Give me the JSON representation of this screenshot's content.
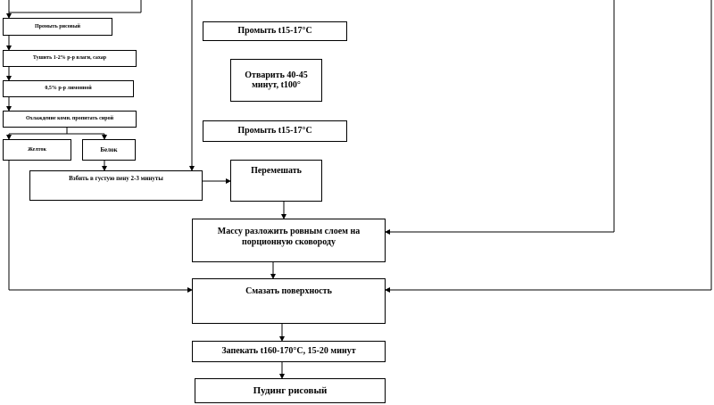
{
  "nodes": {
    "rinse_rice": "Промыть рисовый",
    "cook": "Тушить 1-2% р-р влаги, сахар",
    "solution": "0,5% р-р лимонной",
    "cool": "Охлаждение комн. пропитать сирой",
    "yolk": "Желток",
    "white": "Белок",
    "whip": "Взбить в густую пену 2-3 минуты",
    "rinse1": "Промыть t15-17°С",
    "steam": "Отварить 40-45 минут, t100°",
    "rinse2": "Промыть t15-17°С",
    "mix": "Перемешать",
    "spread": "Массу разложить ровным слоем на порционную сковороду",
    "grease": "Смазать поверхность",
    "bake": "Запекать t160-170°С, 15-20 минут",
    "result": "Пудинг рисовый"
  }
}
